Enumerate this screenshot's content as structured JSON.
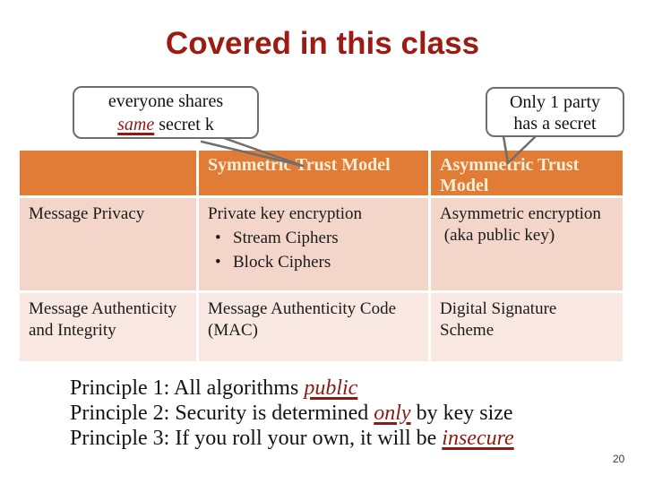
{
  "title": "Covered in this class",
  "page_number": "20",
  "glyphs": {
    "bullet": "•"
  },
  "callouts": {
    "left": {
      "line1": "everyone shares",
      "emphasis": "same",
      "line2_rest": " secret k"
    },
    "right": {
      "line1": "Only 1 party",
      "line2": "has a secret"
    }
  },
  "table": {
    "header": {
      "col1": "",
      "col2": "Symmetric Trust Model",
      "col3": "Asymmetric Trust Model"
    },
    "rows": [
      {
        "label": "Message Privacy",
        "symmetric_intro": "Private key encryption",
        "symmetric_bullets": [
          "Stream Ciphers",
          "Block Ciphers"
        ],
        "asymmetric_line1": "Asymmetric encryption",
        "asymmetric_line2": " (aka public key)"
      },
      {
        "label": "Message Authenticity and Integrity",
        "symmetric": "Message Authenticity Code (MAC)",
        "asymmetric": "Digital Signature Scheme"
      }
    ]
  },
  "principles": [
    {
      "prefix": "Principle 1: All algorithms ",
      "emphasis": "public",
      "suffix": ""
    },
    {
      "prefix": "Principle 2: Security is determined ",
      "emphasis": "only",
      "suffix": " by key size"
    },
    {
      "prefix": "Principle 3: If you roll your own, it will be ",
      "emphasis": "insecure",
      "suffix": ""
    }
  ],
  "colors": {
    "title_red": "#9C1B12",
    "emphasis_red": "#8E1A12",
    "header_orange": "#E07C35",
    "row_band_dark": "#F3D5C9",
    "row_band_light": "#F9E8E2",
    "header_text_cream": "#F8EFD9",
    "callout_border_gray": "#6E6E6E"
  }
}
